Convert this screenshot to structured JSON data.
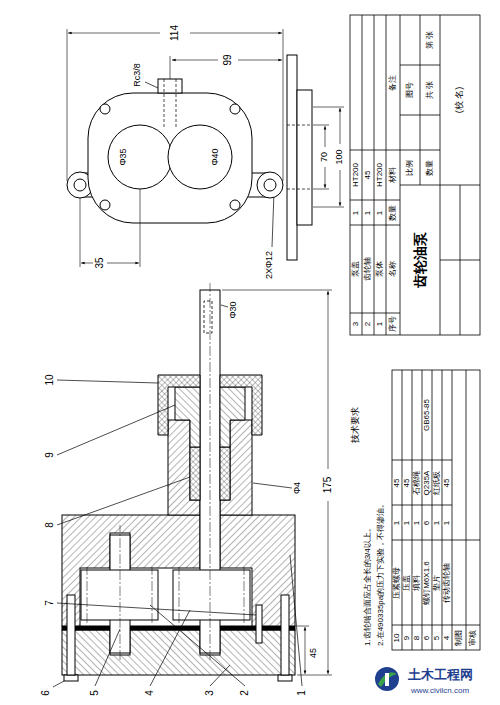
{
  "diagram": {
    "labels": [
      "114",
      "99",
      "Rc3/8",
      "Φ35",
      "Φ40",
      "35",
      "2XΦ12",
      "70",
      "100",
      "Φ30",
      "175",
      "45",
      "Φ4",
      "10",
      "9",
      "8",
      "7",
      "6",
      "5",
      "4",
      "3",
      "2",
      "1",
      "技术要求",
      "1.齿轮啮合面应占全长的3/4以上。",
      "2.在490335pa的压力下实验，不得渗油。",
      "10",
      "压紧螺母",
      "1",
      "45",
      "9",
      "压盖",
      "1",
      "45",
      "8",
      "填料",
      "1",
      "石棉绳",
      "6",
      "螺钉M6X1.6",
      "6",
      "Q235A",
      "GB65-85",
      "5",
      "垫片",
      "1",
      "红纸板",
      "4",
      "传动齿轮轴",
      "1",
      "45",
      "制图",
      "审核",
      "3",
      "泵盖",
      "1",
      "HT200",
      "2",
      "齿轮轴",
      "1",
      "45",
      "1",
      "泵体",
      "1",
      "HT200",
      "序号",
      "名称",
      "数量",
      "材料",
      "备注",
      "齿轮油泵",
      "比例",
      "图号",
      "数量",
      "共 张",
      "第 张",
      "(校 名)",
      "土木工程网",
      "www.civilcn.com"
    ]
  }
}
